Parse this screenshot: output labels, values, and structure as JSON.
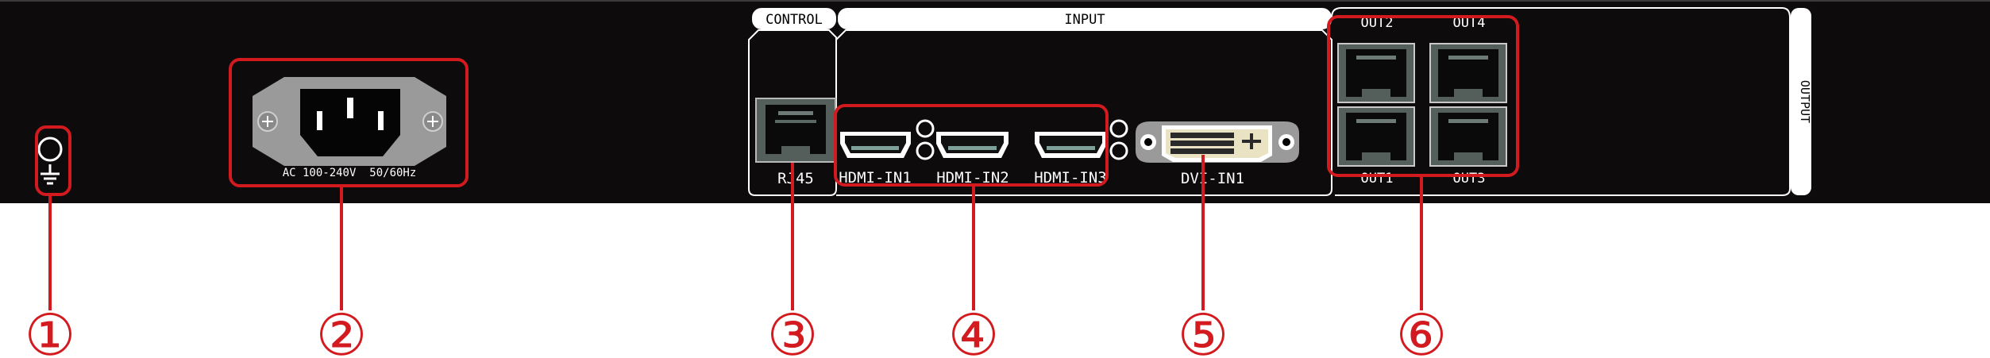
{
  "sections": {
    "control": "CONTROL",
    "input": "INPUT",
    "output": "OUTPUT"
  },
  "ports": {
    "power_label": "AC 100-240V  50/60Hz",
    "rj45": "RJ45",
    "hdmi1": "HDMI-IN1",
    "hdmi2": "HDMI-IN2",
    "hdmi3": "HDMI-IN3",
    "dvi": "DVI-IN1",
    "out1": "OUT1",
    "out2": "OUT2",
    "out3": "OUT3",
    "out4": "OUT4"
  },
  "callouts": [
    "①",
    "②",
    "③",
    "④",
    "⑤",
    "⑥"
  ],
  "colors": {
    "panel": "#0d0b0b",
    "highlight": "#d21a1f",
    "label_box": "#ffffff",
    "port_frame": "#c9c9c9"
  },
  "icons": [
    "ground-icon",
    "power-socket-icon",
    "rj45-port-icon",
    "hdmi-port-icon",
    "dvi-port-icon"
  ]
}
